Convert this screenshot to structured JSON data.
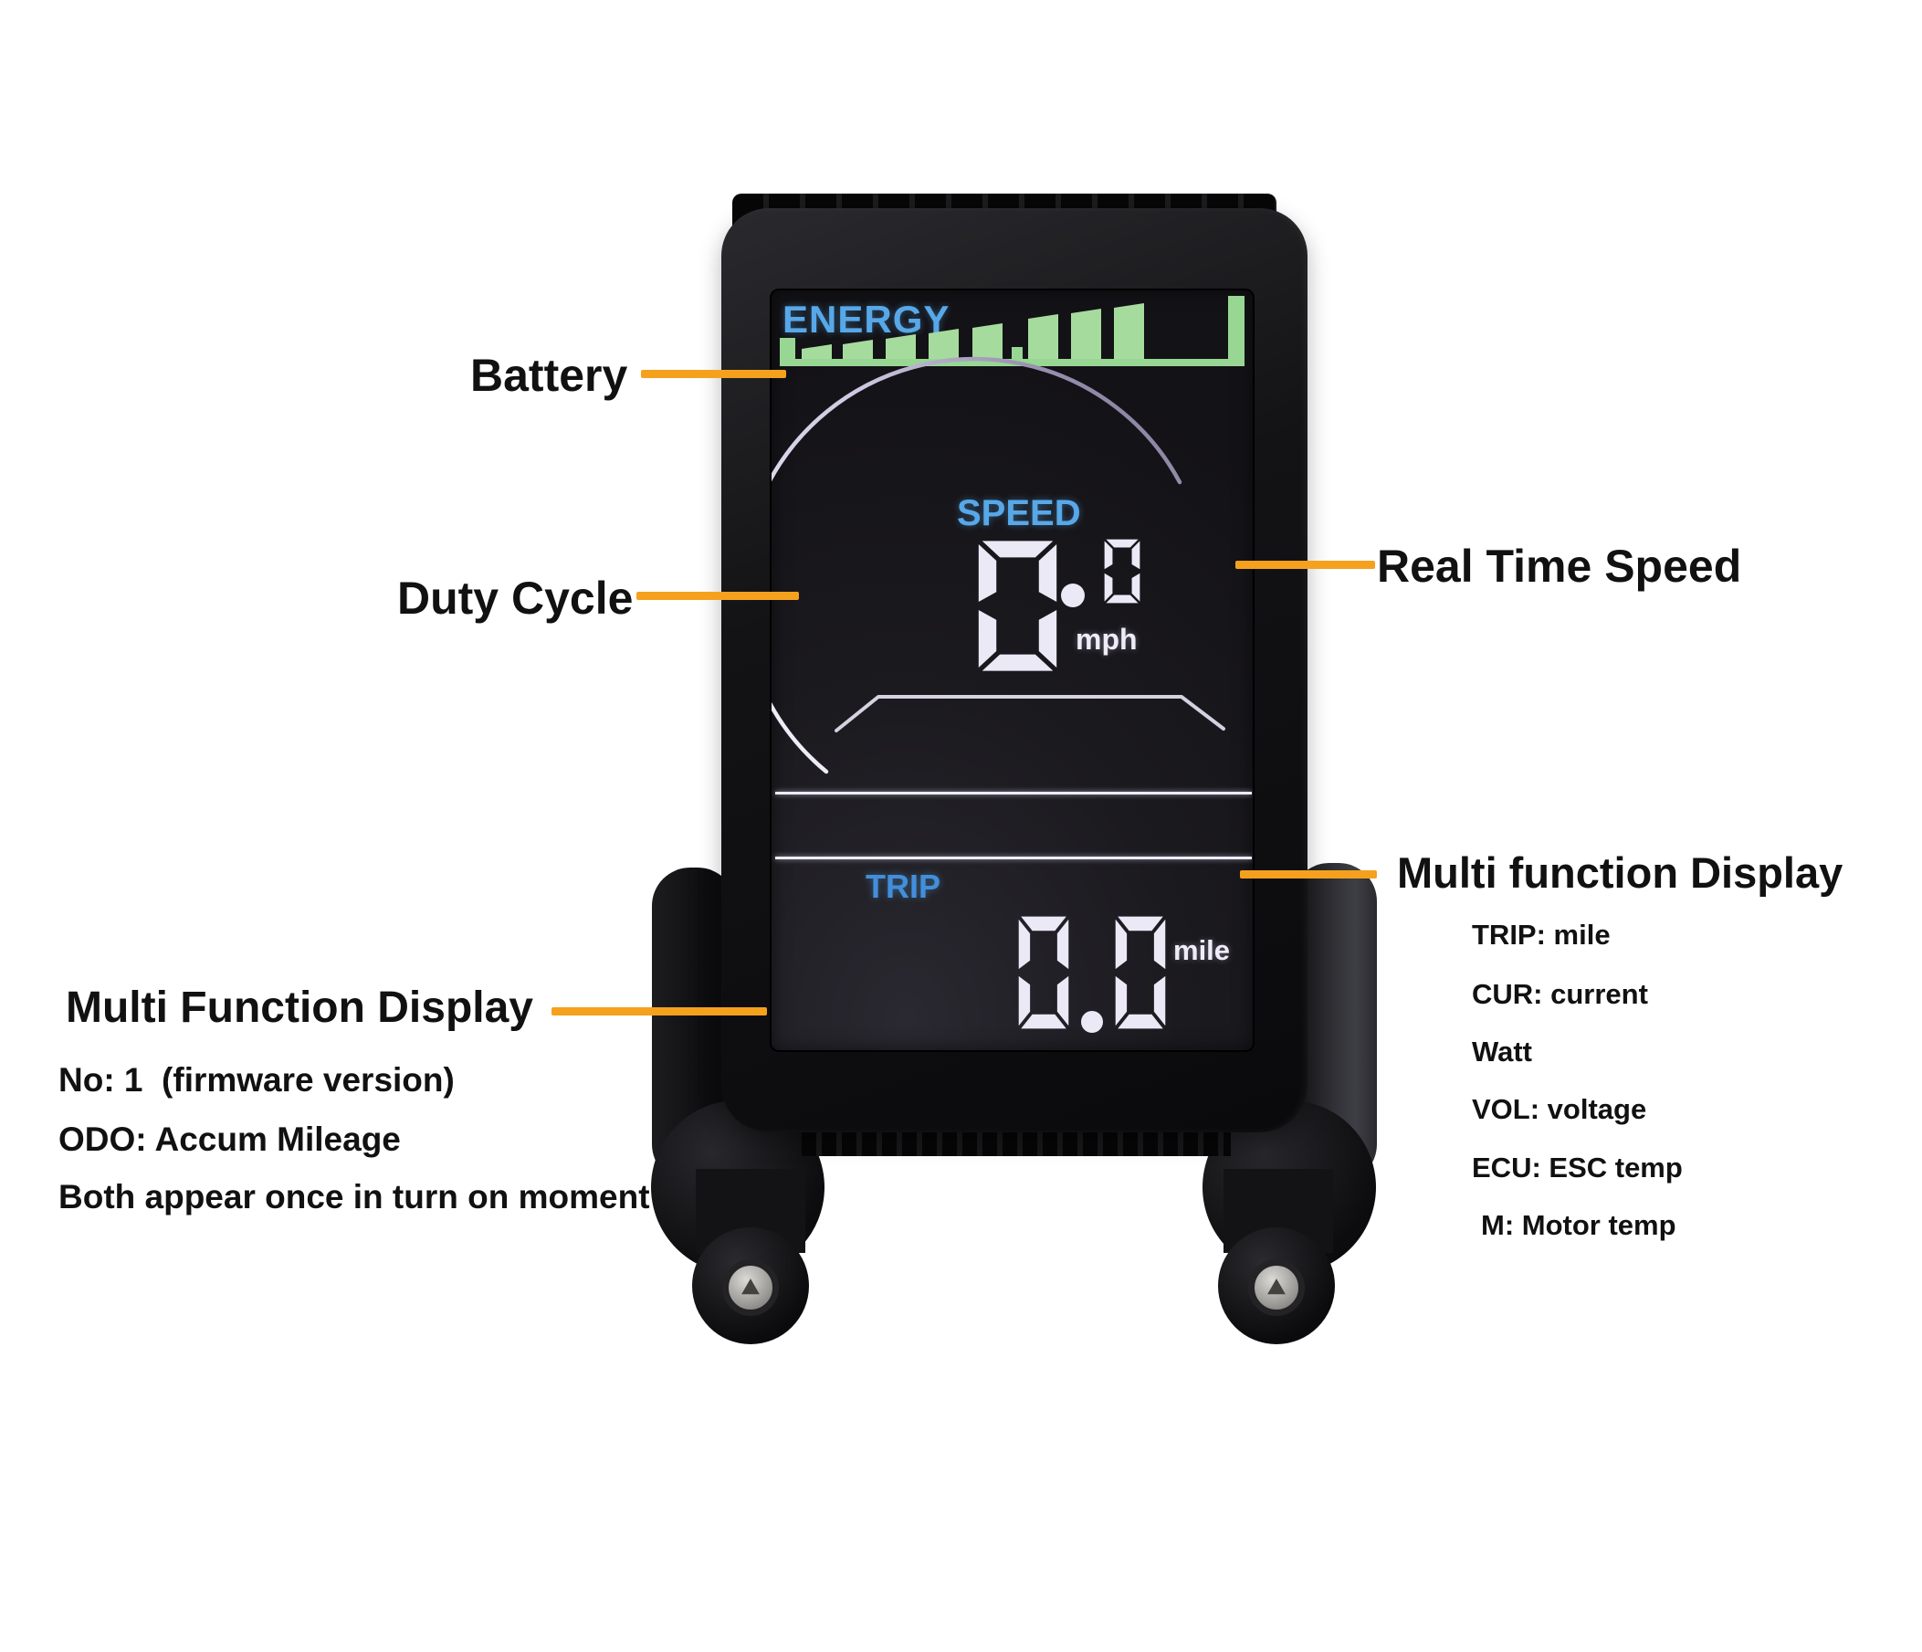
{
  "annotations": {
    "battery": {
      "label": "Battery"
    },
    "duty_cycle": {
      "label": "Duty Cycle"
    },
    "real_time_speed": {
      "label": "Real Time Speed"
    },
    "multi_function_right": {
      "title": "Multi function Display",
      "items": [
        "TRIP: mile",
        "CUR: current",
        "Watt",
        "VOL: voltage",
        "ECU: ESC temp",
        "M: Motor temp"
      ]
    },
    "multi_function_left": {
      "title": "Multi Function Display",
      "items": [
        "No: 1  (firmware version)",
        "ODO: Accum Mileage",
        "Both appear once in turn on moment"
      ]
    }
  },
  "screen": {
    "energy_label": "ENERGY",
    "battery_gauge": {
      "segments_lit": 8,
      "segments_total": 10
    },
    "speed": {
      "label": "SPEED",
      "value": "0.0",
      "integer": "0",
      "decimal": "0",
      "unit": "mph"
    },
    "trip": {
      "label": "TRIP",
      "value": "0.0",
      "unit": "mile"
    }
  },
  "colors": {
    "callout_line": "#F5A11E",
    "lcd_blue": "#57A8E8",
    "battery_green": "#A6DB9E",
    "digit_white": "#ECE9F7"
  }
}
